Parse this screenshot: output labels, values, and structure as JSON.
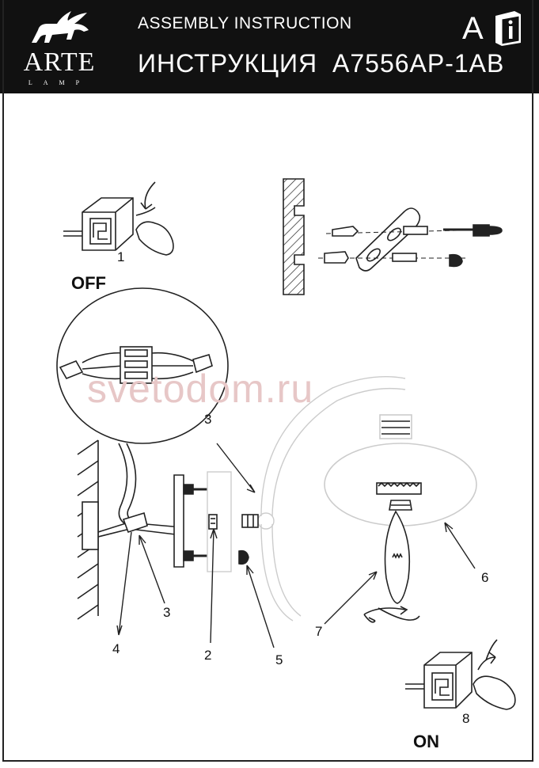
{
  "header": {
    "brand_name": "ARTE",
    "brand_sub": "LAMP",
    "title_en": "ASSEMBLY  INSTRUCTION",
    "title_ru": "ИНСТРУКЦИЯ",
    "model": "A7556AP-1AB",
    "language": "A",
    "info_icon": "info-book-icon"
  },
  "watermark": "svetodom.ru",
  "labels": {
    "off": "OFF",
    "on": "ON",
    "n1": "1",
    "n2": "2",
    "n3a": "3",
    "n3b": "3",
    "n4": "4",
    "n5": "5",
    "n6": "6",
    "n7": "7",
    "n8": "8"
  },
  "colors": {
    "header_bg": "#111111",
    "header_text": "#ffffff",
    "line": "#222222",
    "watermark": "#e7c7c7"
  }
}
